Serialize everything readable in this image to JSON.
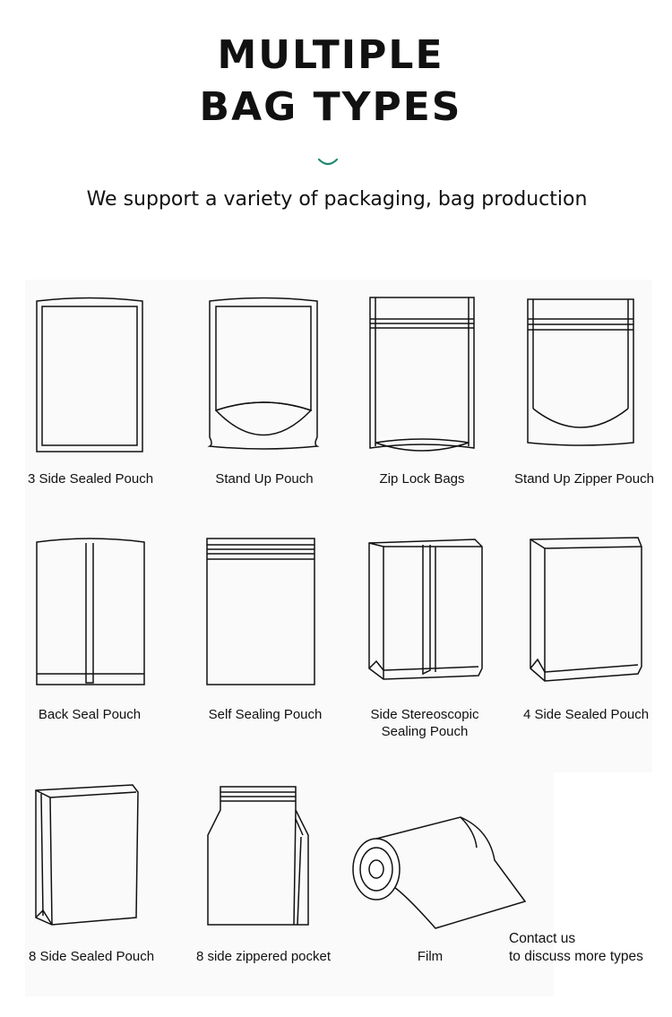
{
  "header": {
    "title_line1": "MULTIPLE",
    "title_line2": "BAG TYPES",
    "subtitle": "We support a variety of packaging, bag production",
    "accent_color": "#1f8a70"
  },
  "bags": [
    {
      "label": "3 Side Sealed Pouch",
      "icon": "three-side-sealed-pouch"
    },
    {
      "label": "Stand Up Pouch",
      "icon": "stand-up-pouch"
    },
    {
      "label": "Zip Lock Bags",
      "icon": "zip-lock-bag"
    },
    {
      "label": "Stand Up Zipper Pouch",
      "icon": "stand-up-zipper-pouch"
    },
    {
      "label": "Back Seal Pouch",
      "icon": "back-seal-pouch"
    },
    {
      "label": "Self Sealing Pouch",
      "icon": "self-sealing-pouch"
    },
    {
      "label_line1": "Side Stereoscopic",
      "label_line2": "Sealing Pouch",
      "icon": "side-stereoscopic-pouch"
    },
    {
      "label": "4 Side Sealed Pouch",
      "icon": "four-side-sealed-pouch"
    },
    {
      "label": "8 Side Sealed Pouch",
      "icon": "eight-side-sealed-pouch"
    },
    {
      "label": "8 side zippered pocket",
      "icon": "eight-side-zippered-pocket"
    },
    {
      "label": "Film",
      "icon": "film-roll"
    }
  ],
  "contact": {
    "line1": "Contact us",
    "line2": "to discuss more types"
  }
}
